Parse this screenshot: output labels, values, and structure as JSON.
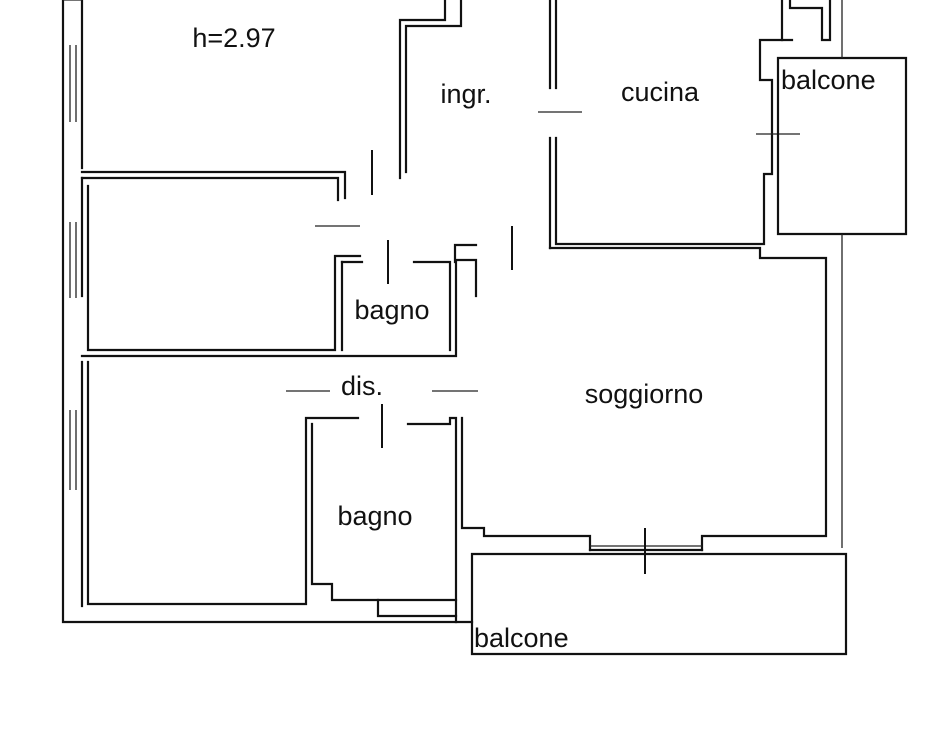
{
  "plan": {
    "height_note": "h=2.97",
    "rooms": {
      "ingresso": "ingr.",
      "cucina": "cucina",
      "balcone_cucina": "balcone",
      "bagno_1": "bagno",
      "disimpegno": "dis.",
      "soggiorno": "soggiorno",
      "bagno_2": "bagno",
      "balcone_soggiorno": "balcone"
    }
  }
}
